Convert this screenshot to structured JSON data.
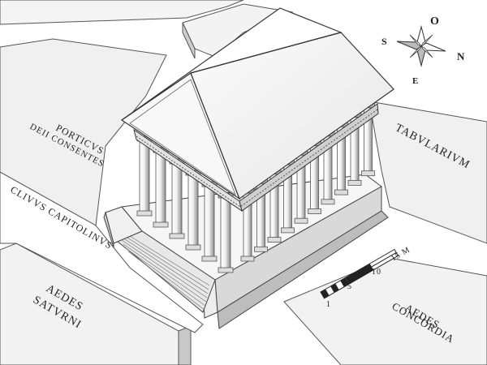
{
  "labels": {
    "porticus_line1": "PORTICVS",
    "porticus_line2": "DEII CONSENTES",
    "tabularium": "TABVLARIVM",
    "clivus": "CLIVVS CAPITOLINVS",
    "aedes_saturni_line1": "AEDES",
    "aedes_saturni_line2": "SATVRNI",
    "aedes_concordia_line1": "AEDES",
    "aedes_concordia_line2": "CONCORDIA"
  },
  "compass": {
    "o": "O",
    "s": "S",
    "n": "N",
    "e": "E"
  },
  "scale": {
    "t1": "1",
    "t5": "5",
    "t10": "10",
    "t15": "15 M"
  }
}
